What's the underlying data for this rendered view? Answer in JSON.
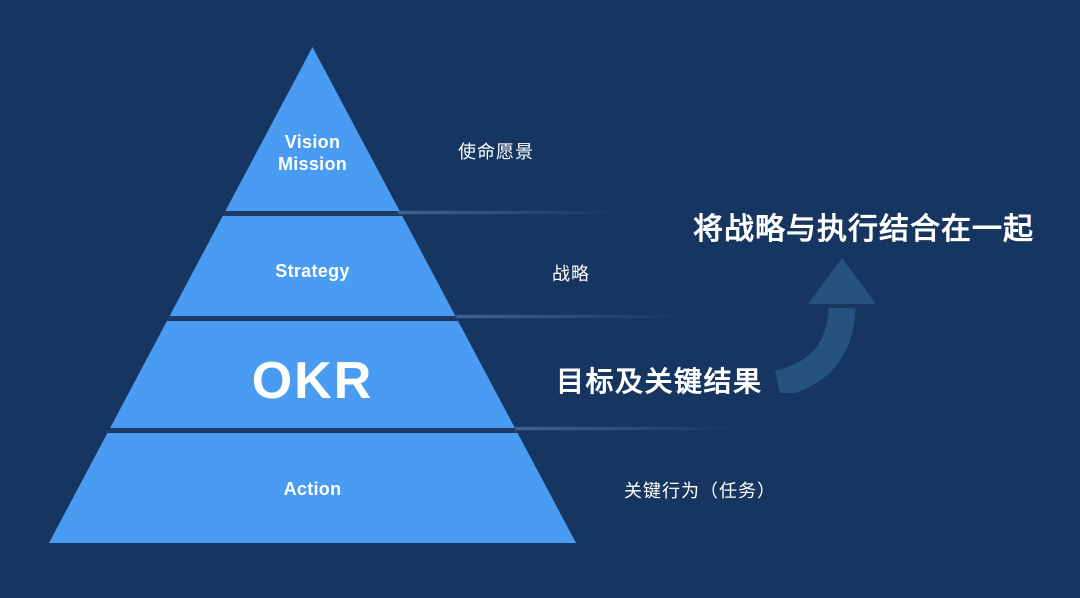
{
  "colors": {
    "background": "#163560",
    "pyramid": "#4a9cf3",
    "divider": "#1d3b66",
    "arrow": "#26527f",
    "text": "#ffffff"
  },
  "headline": "将战略与执行结合在一起",
  "pyramid": {
    "levels": [
      {
        "en_line1": "Vision",
        "en_line2": "Mission",
        "zh": "使命愿景"
      },
      {
        "en": "Strategy",
        "zh": "战略"
      },
      {
        "en": "OKR",
        "zh": "目标及关键结果"
      },
      {
        "en": "Action",
        "zh": "关键行为（任务）"
      }
    ]
  },
  "icons": {
    "arrow": "curved-up-arrow"
  }
}
